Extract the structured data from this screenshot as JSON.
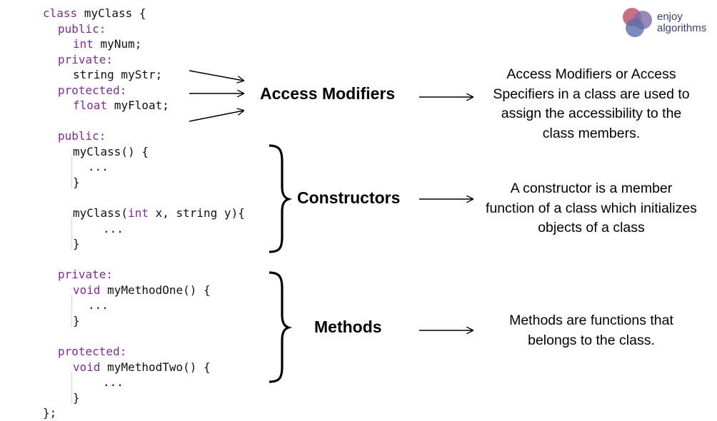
{
  "code": {
    "l1": "class myClass {",
    "l2": "public:",
    "l3": "int myNum;",
    "l4": "private:",
    "l5": "string myStr;",
    "l6": "protected:",
    "l7": "float myFloat;",
    "l8": "public:",
    "l9": "myClass() {",
    "l10": "...",
    "l11": "}",
    "l12": "myClass(int x, string y){",
    "l13": "...",
    "l14": "}",
    "l15": "private:",
    "l16": "void myMethodOne() {",
    "l17": "...",
    "l18": "}",
    "l19": "protected:",
    "l20": "void myMethodTwo() {",
    "l21": "...",
    "l22": "}",
    "l23": "};"
  },
  "labels": {
    "access": "Access Modifiers",
    "constructors": "Constructors",
    "methods": "Methods"
  },
  "descriptions": {
    "access": "Access Modifiers or Access Specifiers in a class are used to assign the accessibility to the class members.",
    "constructors": "A constructor is a member function of a class which initializes objects of a class",
    "methods": "Methods are functions that belongs to the class."
  },
  "logo": {
    "line1": "enjoy",
    "line2": "algorithms"
  },
  "colors": {
    "keyword": "#7b2e8e",
    "text": "#111111",
    "logo_circle_1": "#c0566f",
    "logo_circle_2": "#7f6aa8",
    "logo_circle_3": "#5b6ea8",
    "logo_text": "#3a3f6b"
  }
}
